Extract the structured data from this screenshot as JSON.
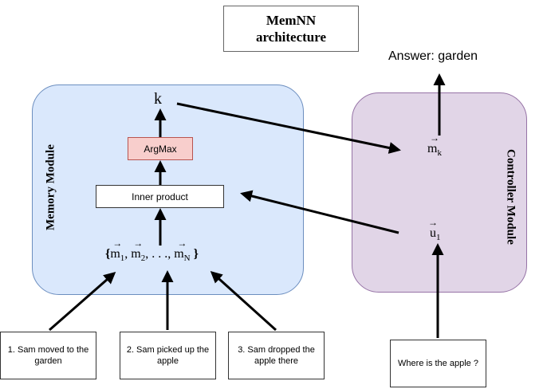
{
  "title": "MemNN architecture",
  "answer": "Answer: garden",
  "memory_module": {
    "label": "Memory Module"
  },
  "controller_module": {
    "label": "Controller Module"
  },
  "nodes": {
    "k": "k",
    "argmax": "ArgMax",
    "inner_product": "Inner product",
    "memory_set": {
      "open": "{",
      "m": "m",
      "sub1": "1",
      "sub2": "2",
      "subN": "N",
      "sep": ", ",
      "ellipsis": ". . .",
      "close": "}"
    },
    "mk": {
      "m": "m",
      "sub": "k"
    },
    "u1": {
      "u": "u",
      "sub": "1"
    }
  },
  "sentences": [
    "1. Sam moved to the garden",
    "2. Sam picked up the apple",
    "3. Sam dropped the apple there"
  ],
  "question": "Where is the apple ?"
}
